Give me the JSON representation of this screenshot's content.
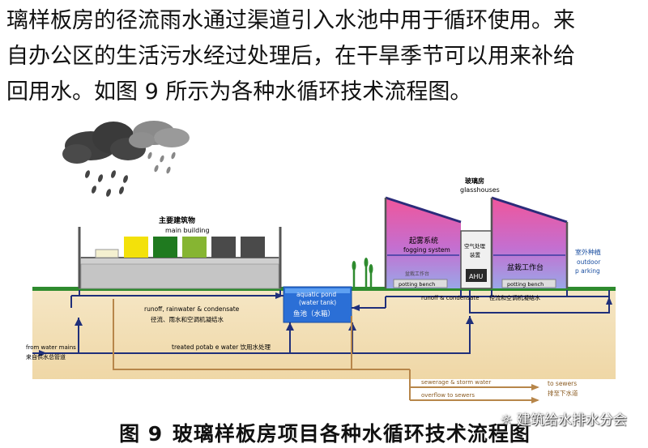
{
  "paragraph": {
    "line1": "璃样板房的径流雨水通过渠道引入水池中用于循环使用。来",
    "line2": "自办公区的生活污水经过处理后，在干旱季节可以用来补给",
    "line3": "回用水。如图 9 所示为各种水循环技术流程图。"
  },
  "diagram": {
    "main_building_zh": "主要建筑物",
    "main_building_en": "main building",
    "glasshouses_zh": "玻璃房",
    "glasshouses_en": "glasshouses",
    "fogging_zh": "起雾系统",
    "fogging_en": "fogging system",
    "potting_bench_left_small": "盆栽工作台",
    "potting_bench_left": "potting bench",
    "ahu_zh1": "空气处理",
    "ahu_zh2": "装置",
    "ahu": "AHU",
    "potting_bench_right_zh": "盆栽工作台",
    "potting_bench_right": "potting bench",
    "outdoor_zh": "室外种植",
    "outdoor_en1": "outdoor",
    "outdoor_en2": "p arking",
    "pond_en1": "aquatic pond",
    "pond_en2": "(water tank)",
    "pond_zh": "鱼池（水箱）",
    "runoff_left_en": "runoff, rainwater & condensate",
    "runoff_left_zh": "径流、雨水和空调机凝结水",
    "runoff_right_en": "runoff & condensate",
    "runoff_right_zh": "径流和空调机凝结水",
    "treated": "treated potab e water 饮用水处理",
    "mains_en": "from water mains",
    "mains_zh": "来自供水总管道",
    "overflow_en1": "sewerage & storm water",
    "overflow_en2": "overflow to sewers",
    "sewers_en": "to sewers",
    "sewers_zh": "排至下水道"
  },
  "caption": {
    "label": "图 9",
    "text": "玻璃样板房项目各种水循环技术流程图"
  },
  "watermark": "建筑给水排水分会",
  "colors": {
    "pipe_blue": "#1f2f7a",
    "pipe_brown": "#b7864a",
    "ground": "#f2dfb4",
    "grass": "#2e8b2e",
    "pond": "#2b6fd6",
    "glass_pink": "#e25aa0",
    "glass_purple": "#8a63d2"
  }
}
